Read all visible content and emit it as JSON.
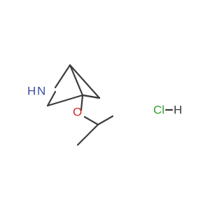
{
  "molecule": {
    "atoms": {
      "nitrogen": "N",
      "nitrogen_h": "H",
      "oxygen": "O",
      "chlorine": "Cl",
      "hydrogen": "H"
    },
    "salt_bond": "–"
  },
  "colors": {
    "bond": "#3c3c3c",
    "nitrogen": "#3b4fa0",
    "oxygen": "#d42b2b",
    "chlorine": "#33a133",
    "hydrogen": "#3c3c3c"
  }
}
